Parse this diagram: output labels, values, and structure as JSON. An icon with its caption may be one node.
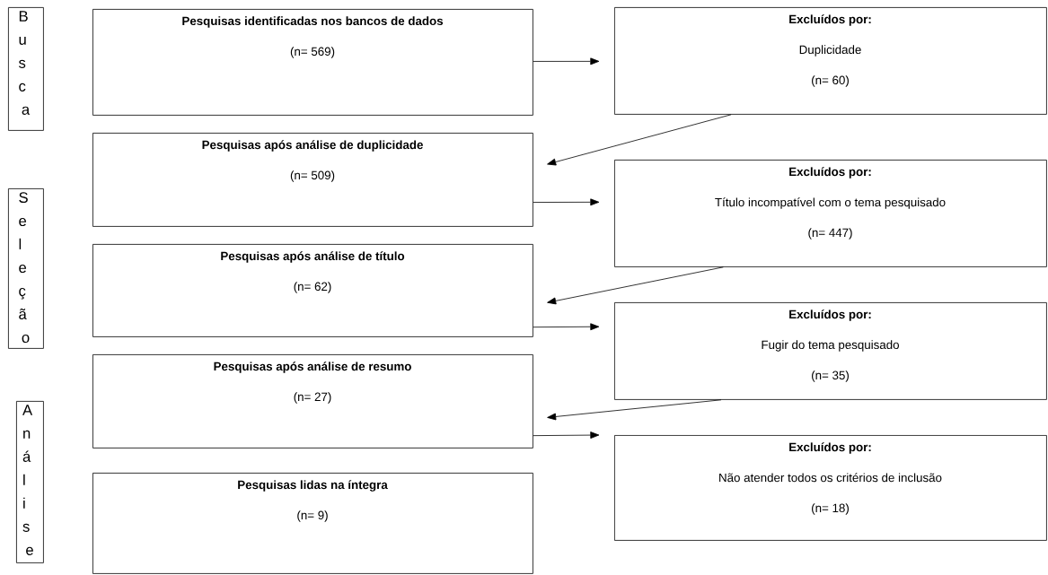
{
  "diagram": {
    "nodes": [
      {
        "text": [
          "Busca"
        ]
      },
      {
        "text": [
          "Pesquisas identificadas nos bancos de dados",
          "(n= 569)"
        ]
      },
      {
        "text": [
          "Excluídos por:",
          "Duplicidade",
          "(n= 60)"
        ]
      },
      {
        "text": [
          "Pesquisas após análise de duplicidade",
          "(n= 509)"
        ]
      },
      {
        "text": [
          "Excluídos por:",
          "Título incompatível com o tema pesquisado",
          "(n= 447)"
        ]
      },
      {
        "text": [
          "Seleção"
        ]
      },
      {
        "text": [
          "Pesquisas após análise de título",
          "(n= 62)"
        ]
      },
      {
        "text": [
          "Excluídos por:",
          "Fugir do tema pesquisado",
          "(n= 35)"
        ]
      },
      {
        "text": [
          "Pesquisas após análise de resumo",
          "(n= 27)"
        ]
      },
      {
        "text": [
          "Análise"
        ]
      },
      {
        "text": [
          "Excluídos por:",
          "Não atender todos os critérios de inclusão",
          "(n= 18)"
        ]
      },
      {
        "text": [
          "Pesquisas lidas na íntegra",
          "(n= 9)"
        ]
      }
    ],
    "edges": [
      {
        "from": 1,
        "to": 2,
        "arrow": "to"
      },
      {
        "from": 2,
        "to": 3,
        "arrow": "to"
      },
      {
        "from": 3,
        "to": 4,
        "arrow": "to"
      },
      {
        "from": 4,
        "to": 6,
        "arrow": "to"
      },
      {
        "from": 6,
        "to": 7,
        "arrow": "to"
      },
      {
        "from": 7,
        "to": 8,
        "arrow": "to"
      },
      {
        "from": 8,
        "to": 10,
        "arrow": "to"
      }
    ]
  }
}
